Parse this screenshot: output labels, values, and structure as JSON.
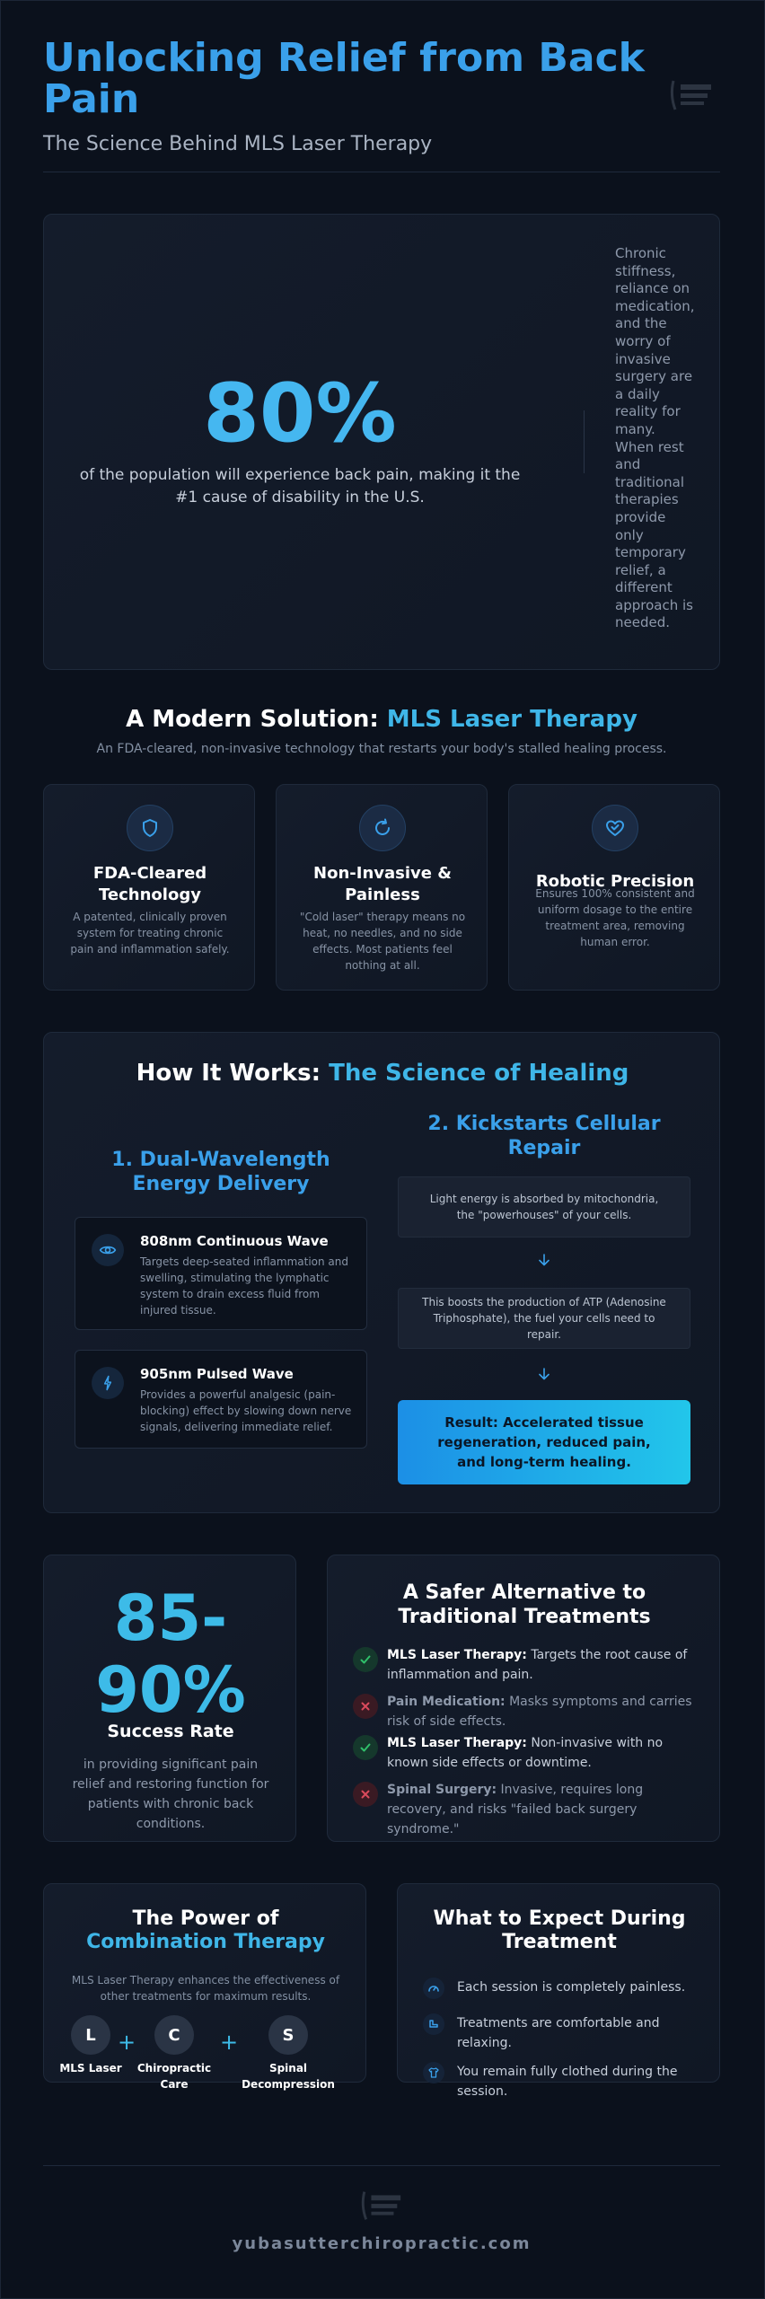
{
  "header": {
    "title": "Unlocking Relief from Back Pain",
    "subtitle": "The Science Behind MLS Laser Therapy"
  },
  "hero": {
    "stat": "80%",
    "description": "of the population will experience back pain, making it the #1 cause of disability in the U.S.",
    "side_text": "Chronic stiffness, reliance on medication, and the worry of invasive surgery are a daily reality for many. When rest and traditional therapies provide only temporary relief, a different approach is needed."
  },
  "solution": {
    "title_prefix": "A Modern Solution: ",
    "title_accent": "MLS Laser Therapy",
    "subtitle": "An FDA-cleared, non-invasive technology that restarts your body's stalled healing process.",
    "features": [
      {
        "icon": "shield-icon",
        "title": "FDA-Cleared Technology",
        "text": "A patented, clinically proven system for treating chronic pain and inflammation safely."
      },
      {
        "icon": "refresh-icon",
        "title": "Non-Invasive & Painless",
        "text": "\"Cold laser\" therapy means no heat, no needles, and no side effects. Most patients feel nothing at all."
      },
      {
        "icon": "heart-check-icon",
        "title": "Robotic Precision",
        "text": "Ensures 100% consistent and uniform dosage to the entire treatment area, removing human error."
      }
    ]
  },
  "how": {
    "title_prefix": "How It Works: ",
    "title_accent": "The Science of Healing",
    "col1_title": "1. Dual-Wavelength Energy Delivery",
    "col2_title": "2. Kickstarts Cellular Repair",
    "waves": [
      {
        "icon": "eye-icon",
        "title": "808nm Continuous Wave",
        "text": "Targets deep-seated inflammation and swelling, stimulating the lymphatic system to drain excess fluid from injured tissue."
      },
      {
        "icon": "bolt-icon",
        "title": "905nm Pulsed Wave",
        "text": "Provides a powerful analgesic (pain-blocking) effect by slowing down nerve signals, delivering immediate relief."
      }
    ],
    "steps": [
      "Light energy is absorbed by mitochondria, the \"powerhouses\" of your cells.",
      "This boosts the production of ATP (Adenosine Triphosphate), the fuel your cells need to repair."
    ],
    "result": "Result: Accelerated tissue regeneration, reduced pain, and long-term healing."
  },
  "rate": {
    "stat": "85-90%",
    "label": "Success Rate",
    "text": "in providing significant pain relief and restoring function for patients with chronic back conditions."
  },
  "alternatives": {
    "title": "A Safer Alternative to Traditional Treatments",
    "items": [
      {
        "type": "pos",
        "label": "MLS Laser Therapy:",
        "text": " Targets the root cause of inflammation and pain."
      },
      {
        "type": "neg",
        "label": "Pain Medication:",
        "text": " Masks symptoms and carries risk of side effects."
      },
      {
        "type": "pos",
        "label": "MLS Laser Therapy:",
        "text": " Non-invasive with no known side effects or downtime."
      },
      {
        "type": "neg",
        "label": "Spinal Surgery:",
        "text": " Invasive, requires long recovery, and risks \"failed back surgery syndrome.\""
      }
    ]
  },
  "combo": {
    "title_line1": "The Power of",
    "title_accent": "Combination Therapy",
    "subtitle": "MLS Laser Therapy enhances the effectiveness of other treatments for maximum results.",
    "plus": "+",
    "items": [
      {
        "letter": "L",
        "name": "MLS Laser"
      },
      {
        "letter": "C",
        "name": "Chiropractic Care"
      },
      {
        "letter": "S",
        "name": "Spinal Decompression"
      }
    ]
  },
  "expect": {
    "title": "What to Expect During Treatment",
    "items": [
      {
        "icon": "gauge-icon",
        "text": "Each session is completely painless."
      },
      {
        "icon": "couch-icon",
        "text": "Treatments are comfortable and relaxing."
      },
      {
        "icon": "shirt-icon",
        "text": "You remain fully clothed during the session."
      }
    ]
  },
  "footer": {
    "url": "yubasutterchiropractic.com"
  },
  "colors": {
    "background": "#0b111c",
    "accent_blue": "#3aa0ea",
    "accent_cyan": "#3dbbe8",
    "positive": "#2fbf6a",
    "negative": "#d94a5c"
  }
}
